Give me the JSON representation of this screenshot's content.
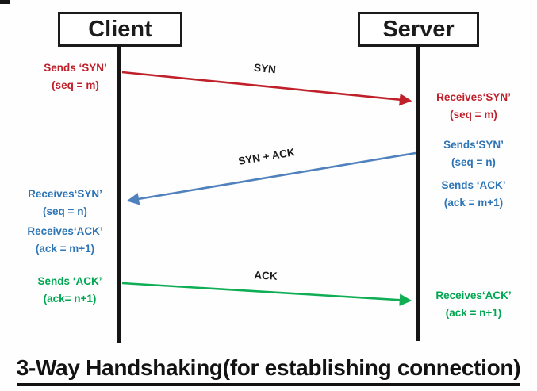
{
  "title": "3-Way Handshaking(for establishing connection)",
  "actors": {
    "client": "Client",
    "server": "Server"
  },
  "messages": [
    {
      "name": "syn",
      "label": "SYN",
      "from": "client",
      "to": "server",
      "color": "#c0202a"
    },
    {
      "name": "syn-ack",
      "label": "SYN + ACK",
      "from": "server",
      "to": "client",
      "color": "#4f81bd"
    },
    {
      "name": "ack",
      "label": "ACK",
      "from": "client",
      "to": "server",
      "color": "#0fae55"
    }
  ],
  "annotations": {
    "client": [
      {
        "line1": "Sends ‘SYN’",
        "line2": "(seq = m)",
        "color": "#c0202a"
      },
      {
        "line1": "Receives‘SYN’",
        "line2": "(seq = n)",
        "color": "#2e75b6"
      },
      {
        "line1": "Receives‘ACK’",
        "line2": "(ack = m+1)",
        "color": "#2e75b6"
      },
      {
        "line1": "Sends ‘ACK’",
        "line2": "(ack= n+1)",
        "color": "#00a651"
      }
    ],
    "server": [
      {
        "line1": "Receives‘SYN’",
        "line2": "(seq = m)",
        "color": "#c0202a"
      },
      {
        "line1": "Sends‘SYN’",
        "line2": "(seq = n)",
        "color": "#2e75b6"
      },
      {
        "line1": "Sends ‘ACK’",
        "line2": "(ack = m+1)",
        "color": "#2e75b6"
      },
      {
        "line1": "Receives‘ACK’",
        "line2": "(ack = n+1)",
        "color": "#00a651"
      }
    ]
  },
  "colors": {
    "red": "#c0202a",
    "blue_text": "#2e75b6",
    "blue_arrow": "#4f81bd",
    "green": "#0fae55",
    "black": "#151515"
  }
}
